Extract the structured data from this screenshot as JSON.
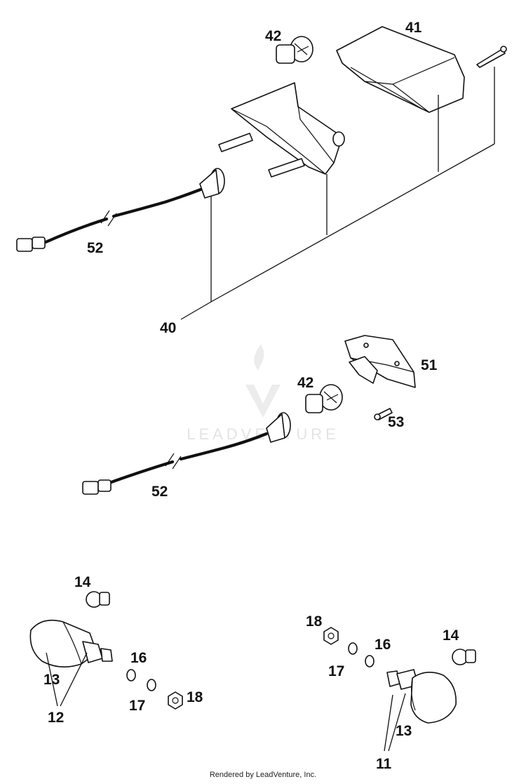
{
  "watermark": {
    "text": "LEADVENTURE",
    "color": "#e4e4e4"
  },
  "footer": {
    "text": "Rendered by LeadVenture, Inc."
  },
  "callouts": {
    "c41": "41",
    "c42a": "42",
    "c52a": "52",
    "c40": "40",
    "c51": "51",
    "c42b": "42",
    "c53": "53",
    "c52b": "52",
    "c14a": "14",
    "c16a": "16",
    "c13a": "13",
    "c12": "12",
    "c17a": "17",
    "c18a": "18",
    "c18b": "18",
    "c16b": "16",
    "c17b": "17",
    "c14b": "14",
    "c13b": "13",
    "c11": "11"
  }
}
